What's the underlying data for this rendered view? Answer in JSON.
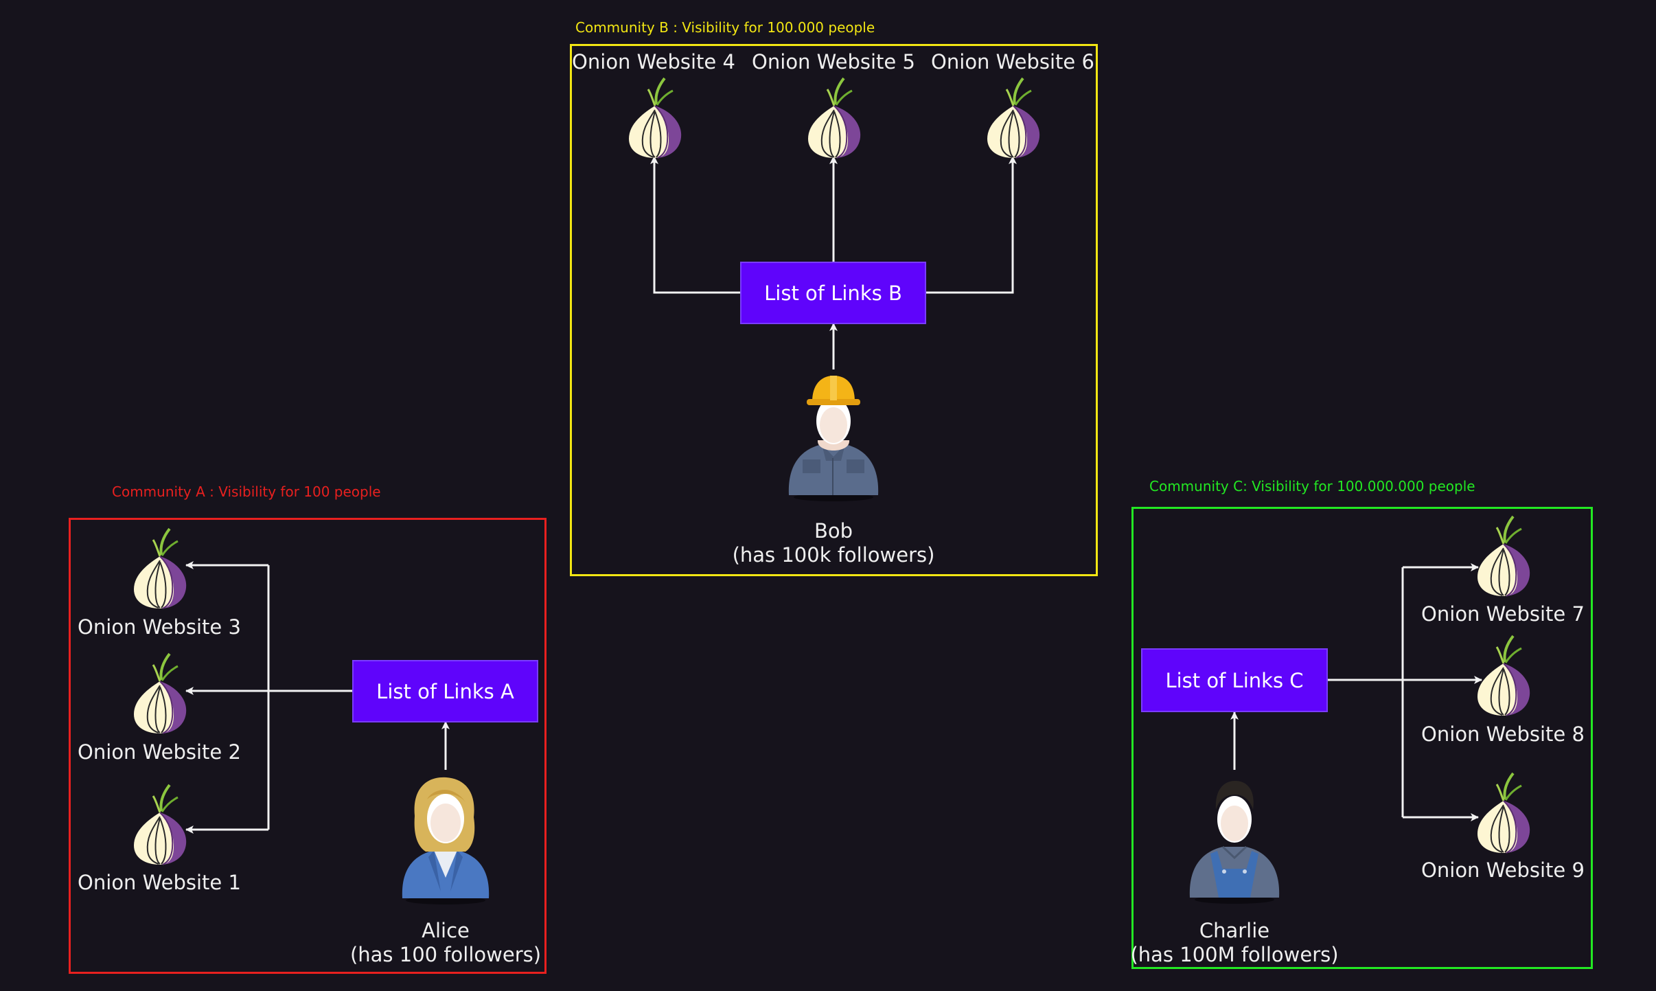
{
  "colors": {
    "background": "#16131c",
    "community_a": "#e8201f",
    "community_b": "#f2e613",
    "community_c": "#23e823",
    "list_box": "#5f04fb",
    "arrow": "#f2f2f2",
    "text": "#efefef"
  },
  "community_a": {
    "caption": "Community A : Visibility for 100 people",
    "list_label": "List of Links A",
    "person_name": "Alice",
    "person_followers": "(has 100 followers)",
    "websites": [
      "Onion Website 3",
      "Onion Website 2",
      "Onion Website 1"
    ]
  },
  "community_b": {
    "caption": "Community B : Visibility for 100.000 people",
    "list_label": "List of Links B",
    "person_name": "Bob",
    "person_followers": "(has 100k followers)",
    "websites": [
      "Onion Website 4",
      "Onion Website 5",
      "Onion Website 6"
    ]
  },
  "community_c": {
    "caption": "Community C: Visibility for 100.000.000 people",
    "list_label": "List of Links C",
    "person_name": "Charlie",
    "person_followers": "(has 100M followers)",
    "websites": [
      "Onion Website 7",
      "Onion Website 8",
      "Onion Website 9"
    ]
  },
  "icons": {
    "website": "tor-onion-icon",
    "alice": "businesswoman-avatar-icon",
    "bob": "construction-worker-avatar-icon",
    "charlie": "overalls-worker-avatar-icon"
  }
}
